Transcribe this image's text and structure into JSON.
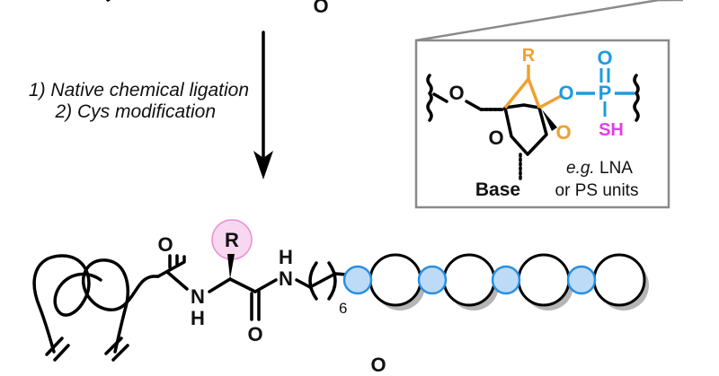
{
  "top_atom": "O",
  "bottom_atom": "O",
  "steps": [
    "1) Native chemical ligation",
    "2) Cys modification"
  ],
  "inset": {
    "r_group": "R",
    "o_ether": "O",
    "o_ring_left": "O",
    "o_ring_right": "O",
    "o_phosphate": "O",
    "o_double": "O",
    "phosphorus": "P",
    "sh_group": "SH",
    "base": "Base",
    "note_italic": "e.g.",
    "note_line1": "LNA",
    "note_line2": "or PS units",
    "colors": {
      "sugar_bridge": "#F0A030",
      "phosphate": "#1E9BE0",
      "sulfur": "#E23FE0",
      "frame": "#8A8A8A"
    }
  },
  "product": {
    "carbonyl_o1": "O",
    "nh_left_n": "N",
    "nh_left_h": "H",
    "r_group": "R",
    "carbonyl_o2": "O",
    "nh_right_h": "H",
    "nh_right_n": "N",
    "chain_subscript": "6",
    "highlight_color": "#F3B7E4",
    "small_bead_color": "#BDDBF7",
    "small_bead_stroke": "#2B8FE0",
    "big_bead_shadow": "#B5B5B5"
  }
}
